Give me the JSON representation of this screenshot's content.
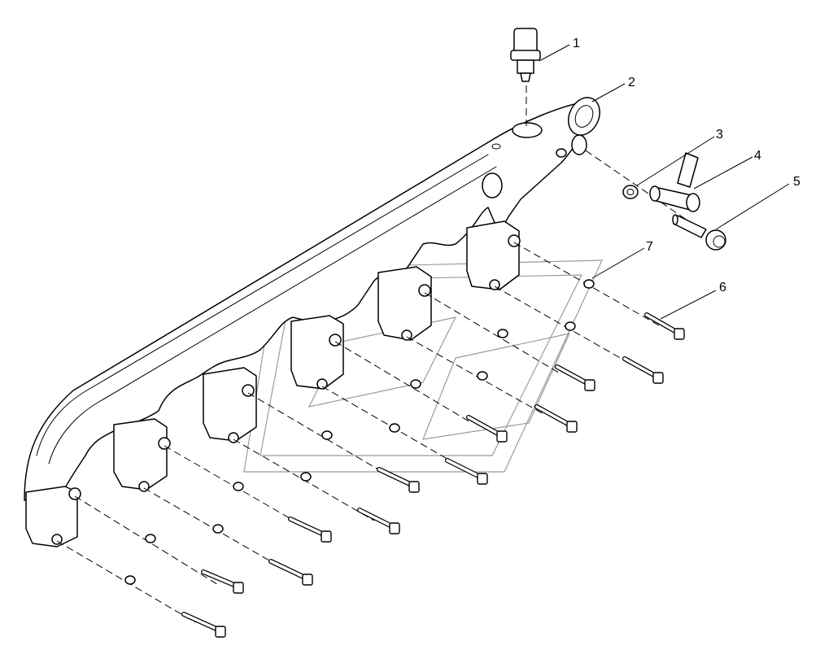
{
  "callouts": [
    {
      "id": "1",
      "label": "1"
    },
    {
      "id": "2",
      "label": "2"
    },
    {
      "id": "3",
      "label": "3"
    },
    {
      "id": "4",
      "label": "4"
    },
    {
      "id": "5",
      "label": "5"
    },
    {
      "id": "6",
      "label": "6"
    },
    {
      "id": "7",
      "label": "7"
    }
  ],
  "parts": {
    "manifold_ports": 6,
    "bolts": 12,
    "washers": 12
  },
  "colors": {
    "line": "#000000",
    "watermark": "#9a9a9a",
    "background": "#ffffff"
  }
}
